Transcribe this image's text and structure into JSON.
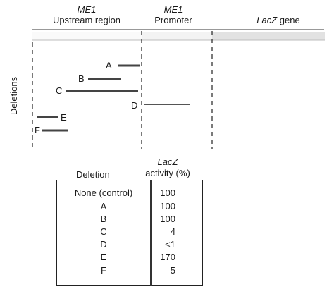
{
  "diagram": {
    "regions": [
      {
        "gene": "ME1",
        "label": "Upstream region"
      },
      {
        "gene": "ME1",
        "label": "Promoter"
      },
      {
        "gene": "LacZ",
        "label": "gene"
      }
    ],
    "axis_label": "Deletions",
    "deletion_letters": [
      "A",
      "B",
      "C",
      "D",
      "E",
      "F"
    ]
  },
  "table": {
    "col1_header": "Deletion",
    "col2_header_line1": "LacZ",
    "col2_header_line2": "activity (%)",
    "rows": [
      {
        "deletion": "None (control)",
        "activity": "100"
      },
      {
        "deletion": "A",
        "activity": "100"
      },
      {
        "deletion": "B",
        "activity": "100"
      },
      {
        "deletion": "C",
        "activity": "4"
      },
      {
        "deletion": "D",
        "activity": "<1"
      },
      {
        "deletion": "E",
        "activity": "170"
      },
      {
        "deletion": "F",
        "activity": "5"
      }
    ]
  }
}
